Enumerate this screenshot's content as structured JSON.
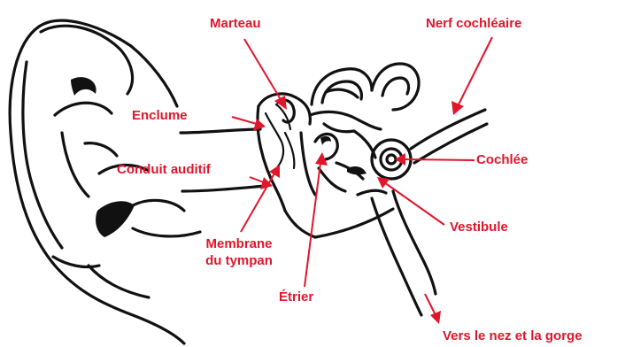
{
  "accent_color": "#e0162b",
  "ink_color": "#111111",
  "labels": {
    "marteau": "Marteau",
    "nerf_cochleaire": "Nerf cochléaire",
    "enclume": "Enclume",
    "conduit_auditif": "Conduit auditif",
    "cochlee": "Cochlée",
    "vestibule": "Vestibule",
    "membrane_line1": "Membrane",
    "membrane_line2": "du tympan",
    "etrier": "Étrier",
    "vers_nez_gorge": "Vers le nez et la gorge"
  }
}
